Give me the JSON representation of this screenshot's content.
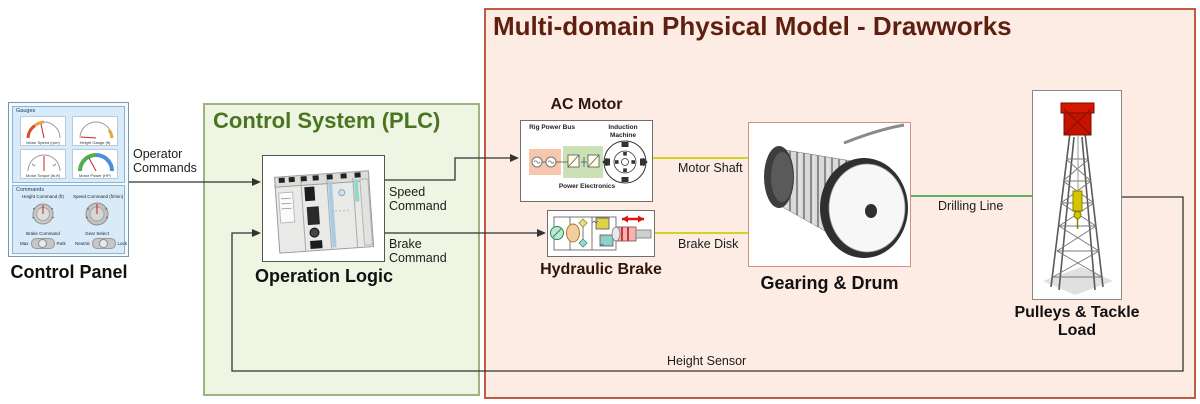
{
  "control_panel": {
    "label": "Control Panel",
    "gauges": {
      "header": "Gauges",
      "items": [
        "Motor Speed (rpm)",
        "Height Gauge (ft)",
        "Motor Torque (lb-ft)",
        "Motor Power (HP)"
      ]
    },
    "commands": {
      "header": "Commands",
      "knobs": [
        {
          "label": "Height Command (ft)"
        },
        {
          "label": "Speed Command (ft/min)"
        }
      ],
      "toggles": [
        {
          "label": "Brake Command",
          "left": "Max",
          "right": "Park"
        },
        {
          "label": "Gear Select",
          "left": "Neutral",
          "right": "Lock"
        }
      ]
    }
  },
  "control_system": {
    "title": "Control System (PLC)",
    "operation_logic_label": "Operation Logic"
  },
  "physical_model": {
    "title": "Multi-domain Physical Model - Drawworks",
    "ac_motor": {
      "label": "AC Motor",
      "rig_power_bus": "Rig Power Bus",
      "induction_machine": "Induction Machine",
      "power_electronics": "Power Electronics"
    },
    "hydraulic_brake": {
      "label": "Hydraulic Brake"
    },
    "gearing_drum": {
      "label": "Gearing & Drum"
    },
    "pulleys_tackle": {
      "label": "Pulleys & Tackle Load"
    }
  },
  "connections": {
    "operator_commands": "Operator Commands",
    "speed_command": "Speed Command",
    "brake_command": "Brake Command",
    "motor_shaft": "Motor Shaft",
    "brake_disk": "Brake Disk",
    "drilling_line": "Drilling Line",
    "height_sensor": "Height Sensor"
  },
  "colors": {
    "plc_region_bg": "#eef5e3",
    "plc_region_border": "#9fb380",
    "plc_title": "#4a7420",
    "phys_region_bg": "#fcece4",
    "phys_region_border": "#bd5d45",
    "phys_title": "#5e1f10",
    "mechanical_line_yellow": "#d4d31f",
    "drilling_line_green": "#5faf60",
    "signal_line": "#333333"
  }
}
